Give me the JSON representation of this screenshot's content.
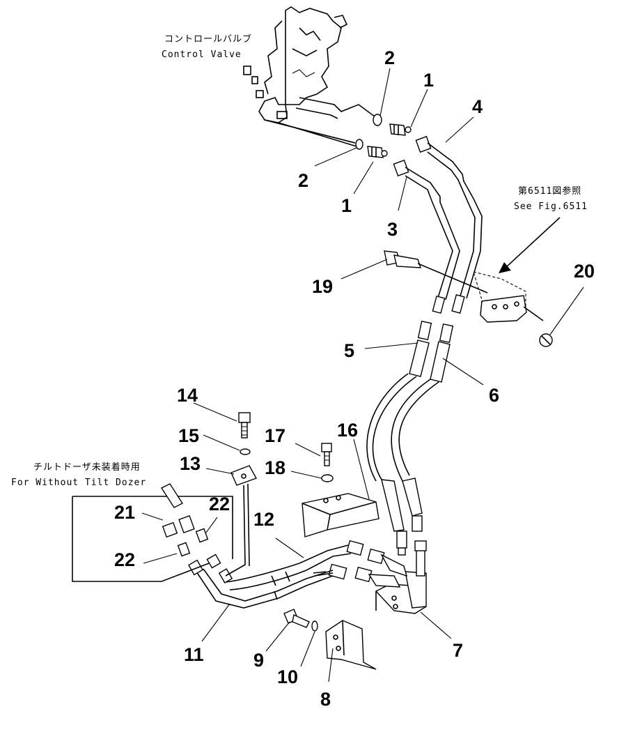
{
  "notes": {
    "control_valve_jp": "コントロールバルブ",
    "control_valve_en": "Control Valve",
    "see_fig_jp": "第6511図参照",
    "see_fig_en": "See Fig.6511",
    "tilt_jp": "チルトドーザ未装着時用",
    "tilt_en": "For Without Tilt Dozer"
  },
  "parts": [
    {
      "id": "p2a",
      "label": "2"
    },
    {
      "id": "p1a",
      "label": "1"
    },
    {
      "id": "p4",
      "label": "4"
    },
    {
      "id": "p2b",
      "label": "2"
    },
    {
      "id": "p1b",
      "label": "1"
    },
    {
      "id": "p3",
      "label": "3"
    },
    {
      "id": "p20",
      "label": "20"
    },
    {
      "id": "p19",
      "label": "19"
    },
    {
      "id": "p5",
      "label": "5"
    },
    {
      "id": "p6",
      "label": "6"
    },
    {
      "id": "p14",
      "label": "14"
    },
    {
      "id": "p16",
      "label": "16"
    },
    {
      "id": "p15",
      "label": "15"
    },
    {
      "id": "p17",
      "label": "17"
    },
    {
      "id": "p13",
      "label": "13"
    },
    {
      "id": "p18",
      "label": "18"
    },
    {
      "id": "p21",
      "label": "21"
    },
    {
      "id": "p22a",
      "label": "22"
    },
    {
      "id": "p12",
      "label": "12"
    },
    {
      "id": "p22b",
      "label": "22"
    },
    {
      "id": "p7",
      "label": "7"
    },
    {
      "id": "p11",
      "label": "11"
    },
    {
      "id": "p9",
      "label": "9"
    },
    {
      "id": "p10",
      "label": "10"
    },
    {
      "id": "p8",
      "label": "8"
    }
  ]
}
